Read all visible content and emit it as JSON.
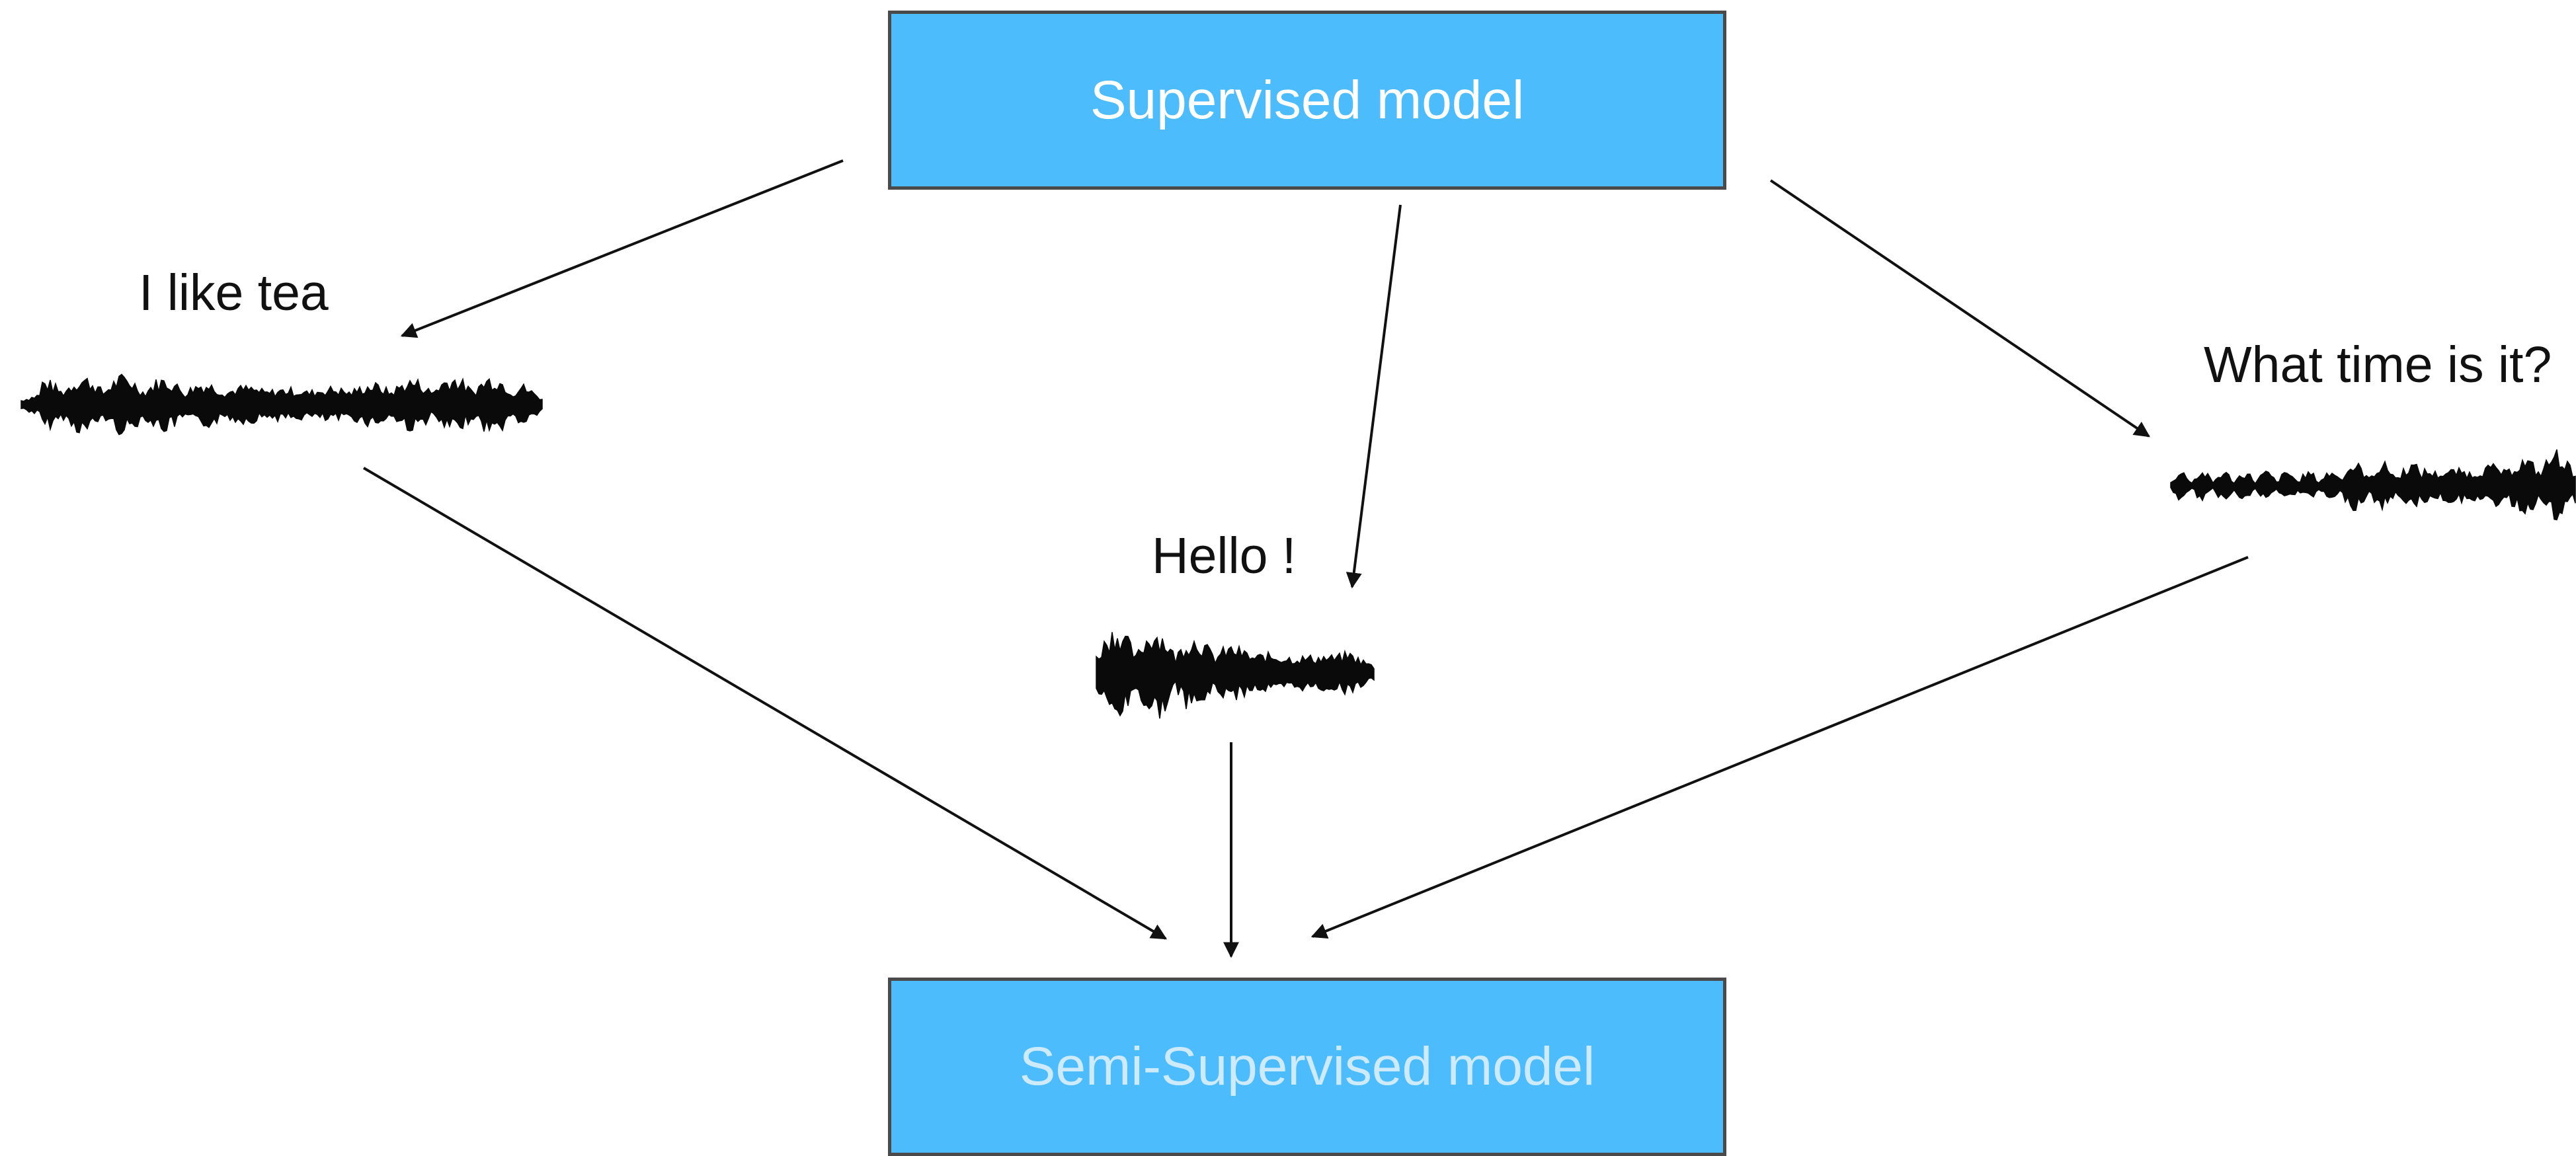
{
  "top_box": {
    "label": "Supervised model",
    "text_color": "#ffffff",
    "fill": "#4dbcfd"
  },
  "bottom_box": {
    "label": "Semi-Supervised model",
    "text_color": "#cdebfd",
    "fill": "#4dbcfd"
  },
  "samples": [
    {
      "caption": "I like tea"
    },
    {
      "caption": "Hello !"
    },
    {
      "caption": "What time is it?"
    }
  ]
}
